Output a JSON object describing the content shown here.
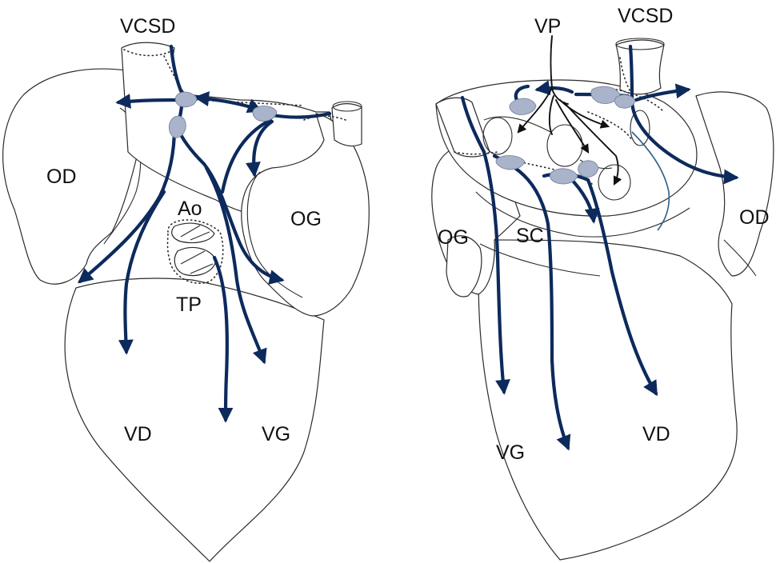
{
  "left_heart": {
    "labels": {
      "vcsd": "VCSD",
      "od": "OD",
      "og": "OG",
      "ao": "Ao",
      "tp": "TP",
      "vd": "VD",
      "vg": "VG"
    }
  },
  "right_heart": {
    "labels": {
      "vp": "VP",
      "vcsd": "VCSD",
      "og": "OG",
      "sc": "SC",
      "od": "OD",
      "vg": "VG",
      "vd": "VD"
    }
  },
  "colors": {
    "nerve": "#0d2a5c",
    "ganglion": "#a9b3c9",
    "outline": "#2b2b2b",
    "thin_vessel": "#2f5f86"
  }
}
